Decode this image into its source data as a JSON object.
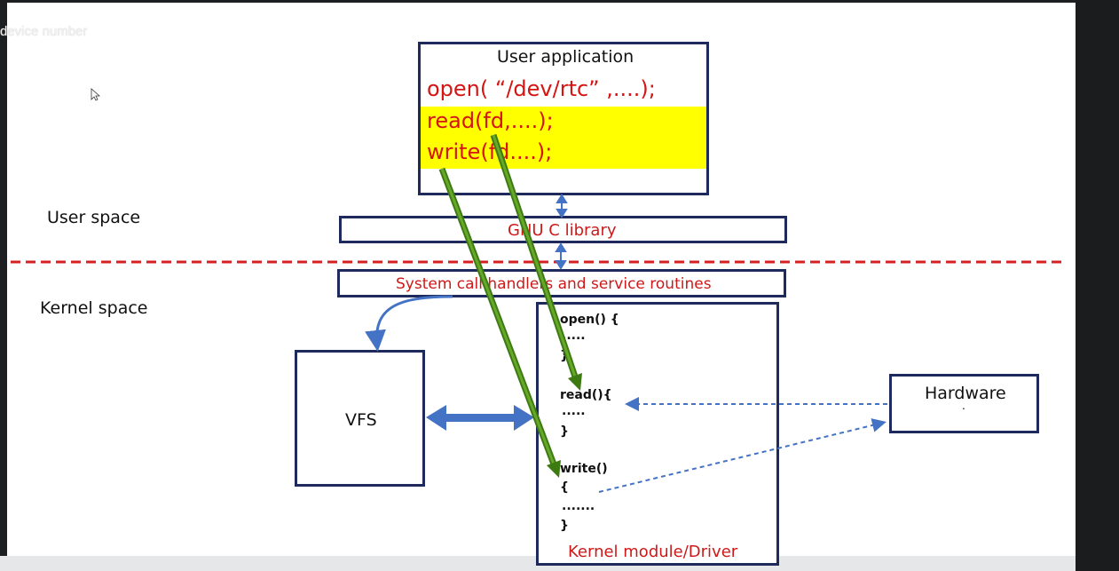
{
  "overlay_title": "device number",
  "labels": {
    "user_space": "User space",
    "kernel_space": "Kernel space"
  },
  "user_app": {
    "title": "User application",
    "lines": [
      "open( “/dev/rtc” ,....);",
      "read(fd,....);",
      "write(fd....);"
    ]
  },
  "gnu_lib": "GNU C library",
  "syscall": "System call handlers and service routines",
  "vfs": "VFS",
  "driver": {
    "lines": [
      "open() {",
      ".....",
      "}",
      "read(){",
      ".....",
      "}",
      "write()",
      "{",
      ".......",
      "}"
    ],
    "caption": "Kernel module/Driver"
  },
  "hardware": {
    "title": "Hardware",
    "dot": "."
  },
  "colors": {
    "highlight": "#ffff00",
    "code_red": "#d51414",
    "box_border": "#1f2a5c",
    "arrow_blue": "#4472c4",
    "arrow_green": "#4e8a1e",
    "divider_red": "#d42020"
  }
}
